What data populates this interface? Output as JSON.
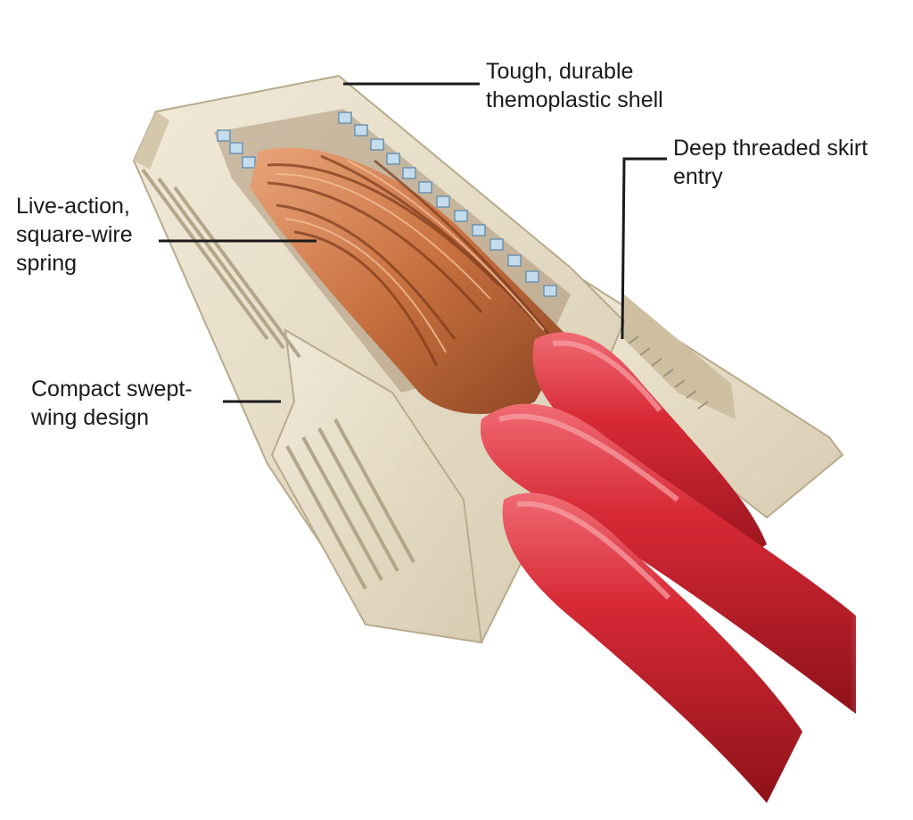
{
  "labels": {
    "shell": {
      "line1": "Tough, durable",
      "line2": "themoplastic shell"
    },
    "skirt": {
      "line1": "Deep threaded skirt",
      "line2": "entry"
    },
    "spring": {
      "line1": "Live-action,",
      "line2": "square-wire",
      "line3": "spring"
    },
    "wing": {
      "line1": "Compact swept-",
      "line2": "wing design"
    }
  },
  "colors": {
    "shell": "#e5dcc8",
    "shell_shadow": "#cfc3aa",
    "copper": "#c8703f",
    "copper_dark": "#7a3a1c",
    "spring": "#b9d4e6",
    "insulation": "#d3232f",
    "leader": "#1a1a1a"
  }
}
